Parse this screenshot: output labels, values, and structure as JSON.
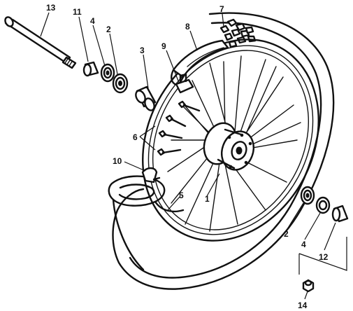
{
  "diagram": {
    "callouts": [
      {
        "id": "c1",
        "label": "1"
      },
      {
        "id": "c2a",
        "label": "2"
      },
      {
        "id": "c2b",
        "label": "2"
      },
      {
        "id": "c3",
        "label": "3"
      },
      {
        "id": "c4a",
        "label": "4"
      },
      {
        "id": "c4b",
        "label": "4"
      },
      {
        "id": "c5",
        "label": "5"
      },
      {
        "id": "c6",
        "label": "6"
      },
      {
        "id": "c7",
        "label": "7"
      },
      {
        "id": "c8",
        "label": "8"
      },
      {
        "id": "c9",
        "label": "9"
      },
      {
        "id": "c10",
        "label": "10"
      },
      {
        "id": "c11",
        "label": "11"
      },
      {
        "id": "c12",
        "label": "12"
      },
      {
        "id": "c13",
        "label": "13"
      },
      {
        "id": "c14",
        "label": "14"
      }
    ]
  }
}
